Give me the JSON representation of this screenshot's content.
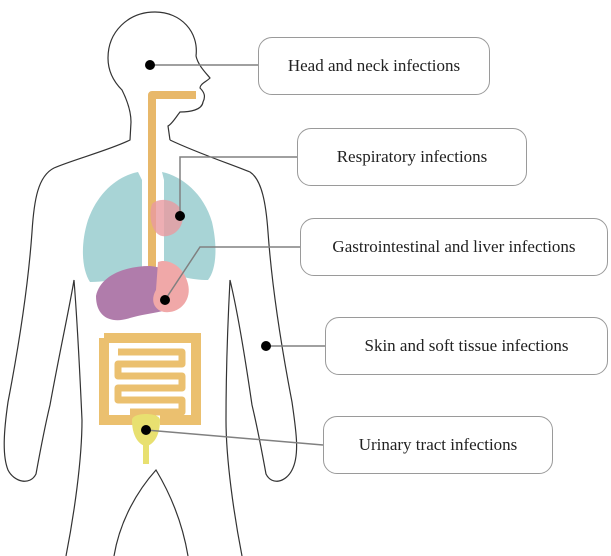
{
  "labels": [
    {
      "text": "Head and neck infections"
    },
    {
      "text": "Respiratory infections"
    },
    {
      "text": "Gastrointestinal and liver infections"
    },
    {
      "text": "Skin and soft tissue infections"
    },
    {
      "text": "Urinary tract infections"
    }
  ],
  "colors": {
    "outline": "#333333",
    "connector": "#808080",
    "dot": "#000000",
    "lungs": "#a8d4d6",
    "trachea": "#e8b86a",
    "stomach": "#f0a8a8",
    "liver": "#b07cab",
    "intestine": "#ebc06f",
    "bladder": "#e8e070"
  }
}
